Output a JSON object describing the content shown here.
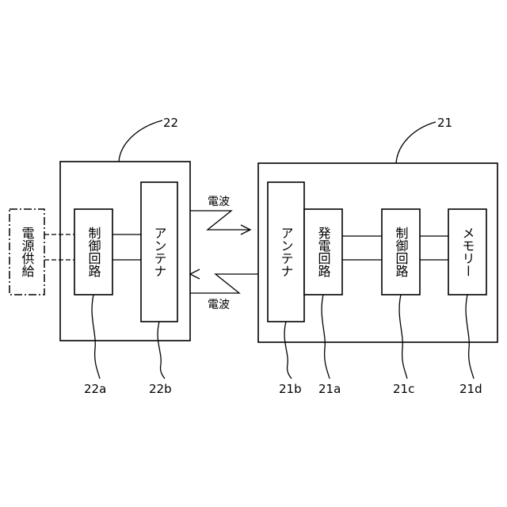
{
  "device_22": {
    "ref": "22",
    "control_circuit": {
      "label": "制御回路",
      "ref": "22a"
    },
    "antenna": {
      "label": "アンテナ",
      "ref": "22b"
    }
  },
  "power_supply": {
    "label": "電源供給"
  },
  "device_21": {
    "ref": "21",
    "antenna": {
      "label": "アンテナ",
      "ref": "21b"
    },
    "generator_circuit": {
      "label": "発電回路",
      "ref": "21a"
    },
    "control_circuit": {
      "label": "制御回路",
      "ref": "21c"
    },
    "memory": {
      "label": "メモリー",
      "ref": "21d"
    }
  },
  "radio_wave_top": {
    "label": "電波"
  },
  "radio_wave_bottom": {
    "label": "電波"
  },
  "colors": {
    "line": "#000000",
    "background": "#ffffff"
  }
}
